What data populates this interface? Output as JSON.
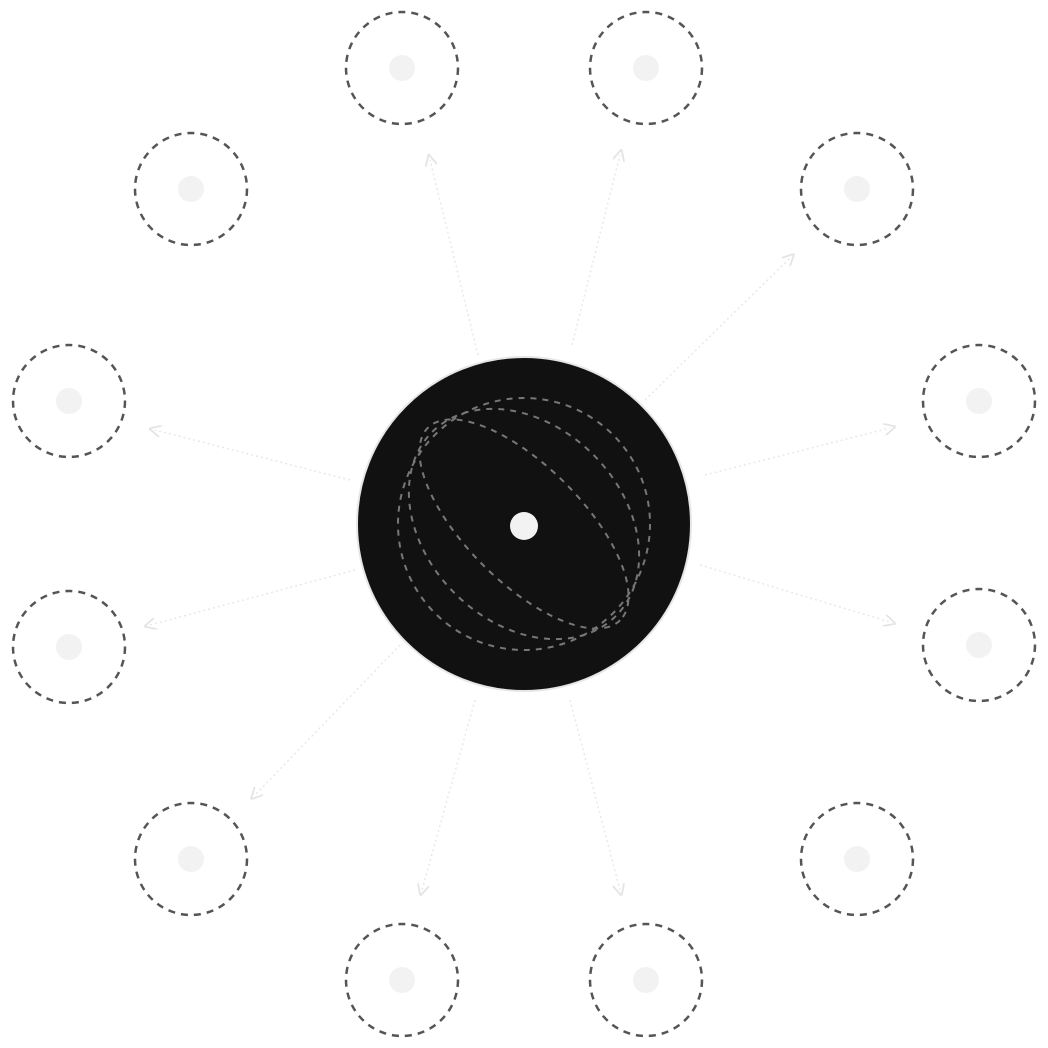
{
  "colors": {
    "background": "#ffffff",
    "hub_fill": "#111111",
    "hub_center_dot": "#f2f2f2",
    "satellite_ring": "#555555",
    "satellite_dot": "#f2f2f2",
    "connector": "#e8e8e8",
    "hub_inner_pattern": "#777777"
  },
  "hub": {
    "icon": "globe-icon"
  },
  "satellites": [
    {
      "id": "s1"
    },
    {
      "id": "s2"
    },
    {
      "id": "s3"
    },
    {
      "id": "s4"
    },
    {
      "id": "s5"
    },
    {
      "id": "s6"
    },
    {
      "id": "s7"
    },
    {
      "id": "s8"
    },
    {
      "id": "s9"
    },
    {
      "id": "s10"
    },
    {
      "id": "s11"
    },
    {
      "id": "s12"
    }
  ]
}
